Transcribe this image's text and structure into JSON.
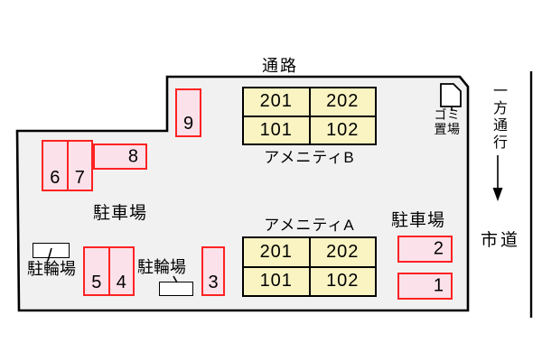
{
  "colors": {
    "site-fill": "#f1f1f1",
    "outline": "#000000",
    "room-fill": "#faf4c2",
    "space-fill": "#fbe1e9",
    "space-border": "#ff2222",
    "text": "#000000"
  },
  "roads": {
    "top_label": "通路",
    "right_label": "市道",
    "one_way_label": "一方通行"
  },
  "garbage": {
    "line1": "ゴミ",
    "line2": "置場"
  },
  "labels": {
    "parking_lot": "駐車場",
    "bicycle_parking": "駐輪場"
  },
  "buildings": [
    {
      "name": "アメニティB",
      "rooms": [
        [
          "201",
          "202"
        ],
        [
          "101",
          "102"
        ]
      ]
    },
    {
      "name": "アメニティA",
      "rooms": [
        [
          "201",
          "202"
        ],
        [
          "101",
          "102"
        ]
      ]
    }
  ],
  "parking": {
    "spaces": [
      {
        "no": "9"
      },
      {
        "no": "8"
      },
      {
        "no": "6"
      },
      {
        "no": "7"
      },
      {
        "no": "5"
      },
      {
        "no": "4"
      },
      {
        "no": "3"
      },
      {
        "no": "2"
      },
      {
        "no": "1"
      }
    ]
  }
}
